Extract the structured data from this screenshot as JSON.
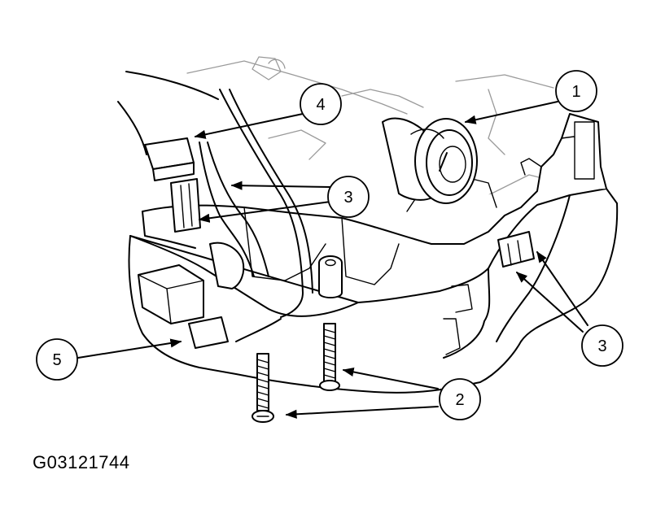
{
  "figure_id": "G03121744",
  "callouts": [
    {
      "label": "1"
    },
    {
      "label": "2"
    },
    {
      "label": "3"
    },
    {
      "label": "3"
    },
    {
      "label": "4"
    },
    {
      "label": "5"
    }
  ]
}
